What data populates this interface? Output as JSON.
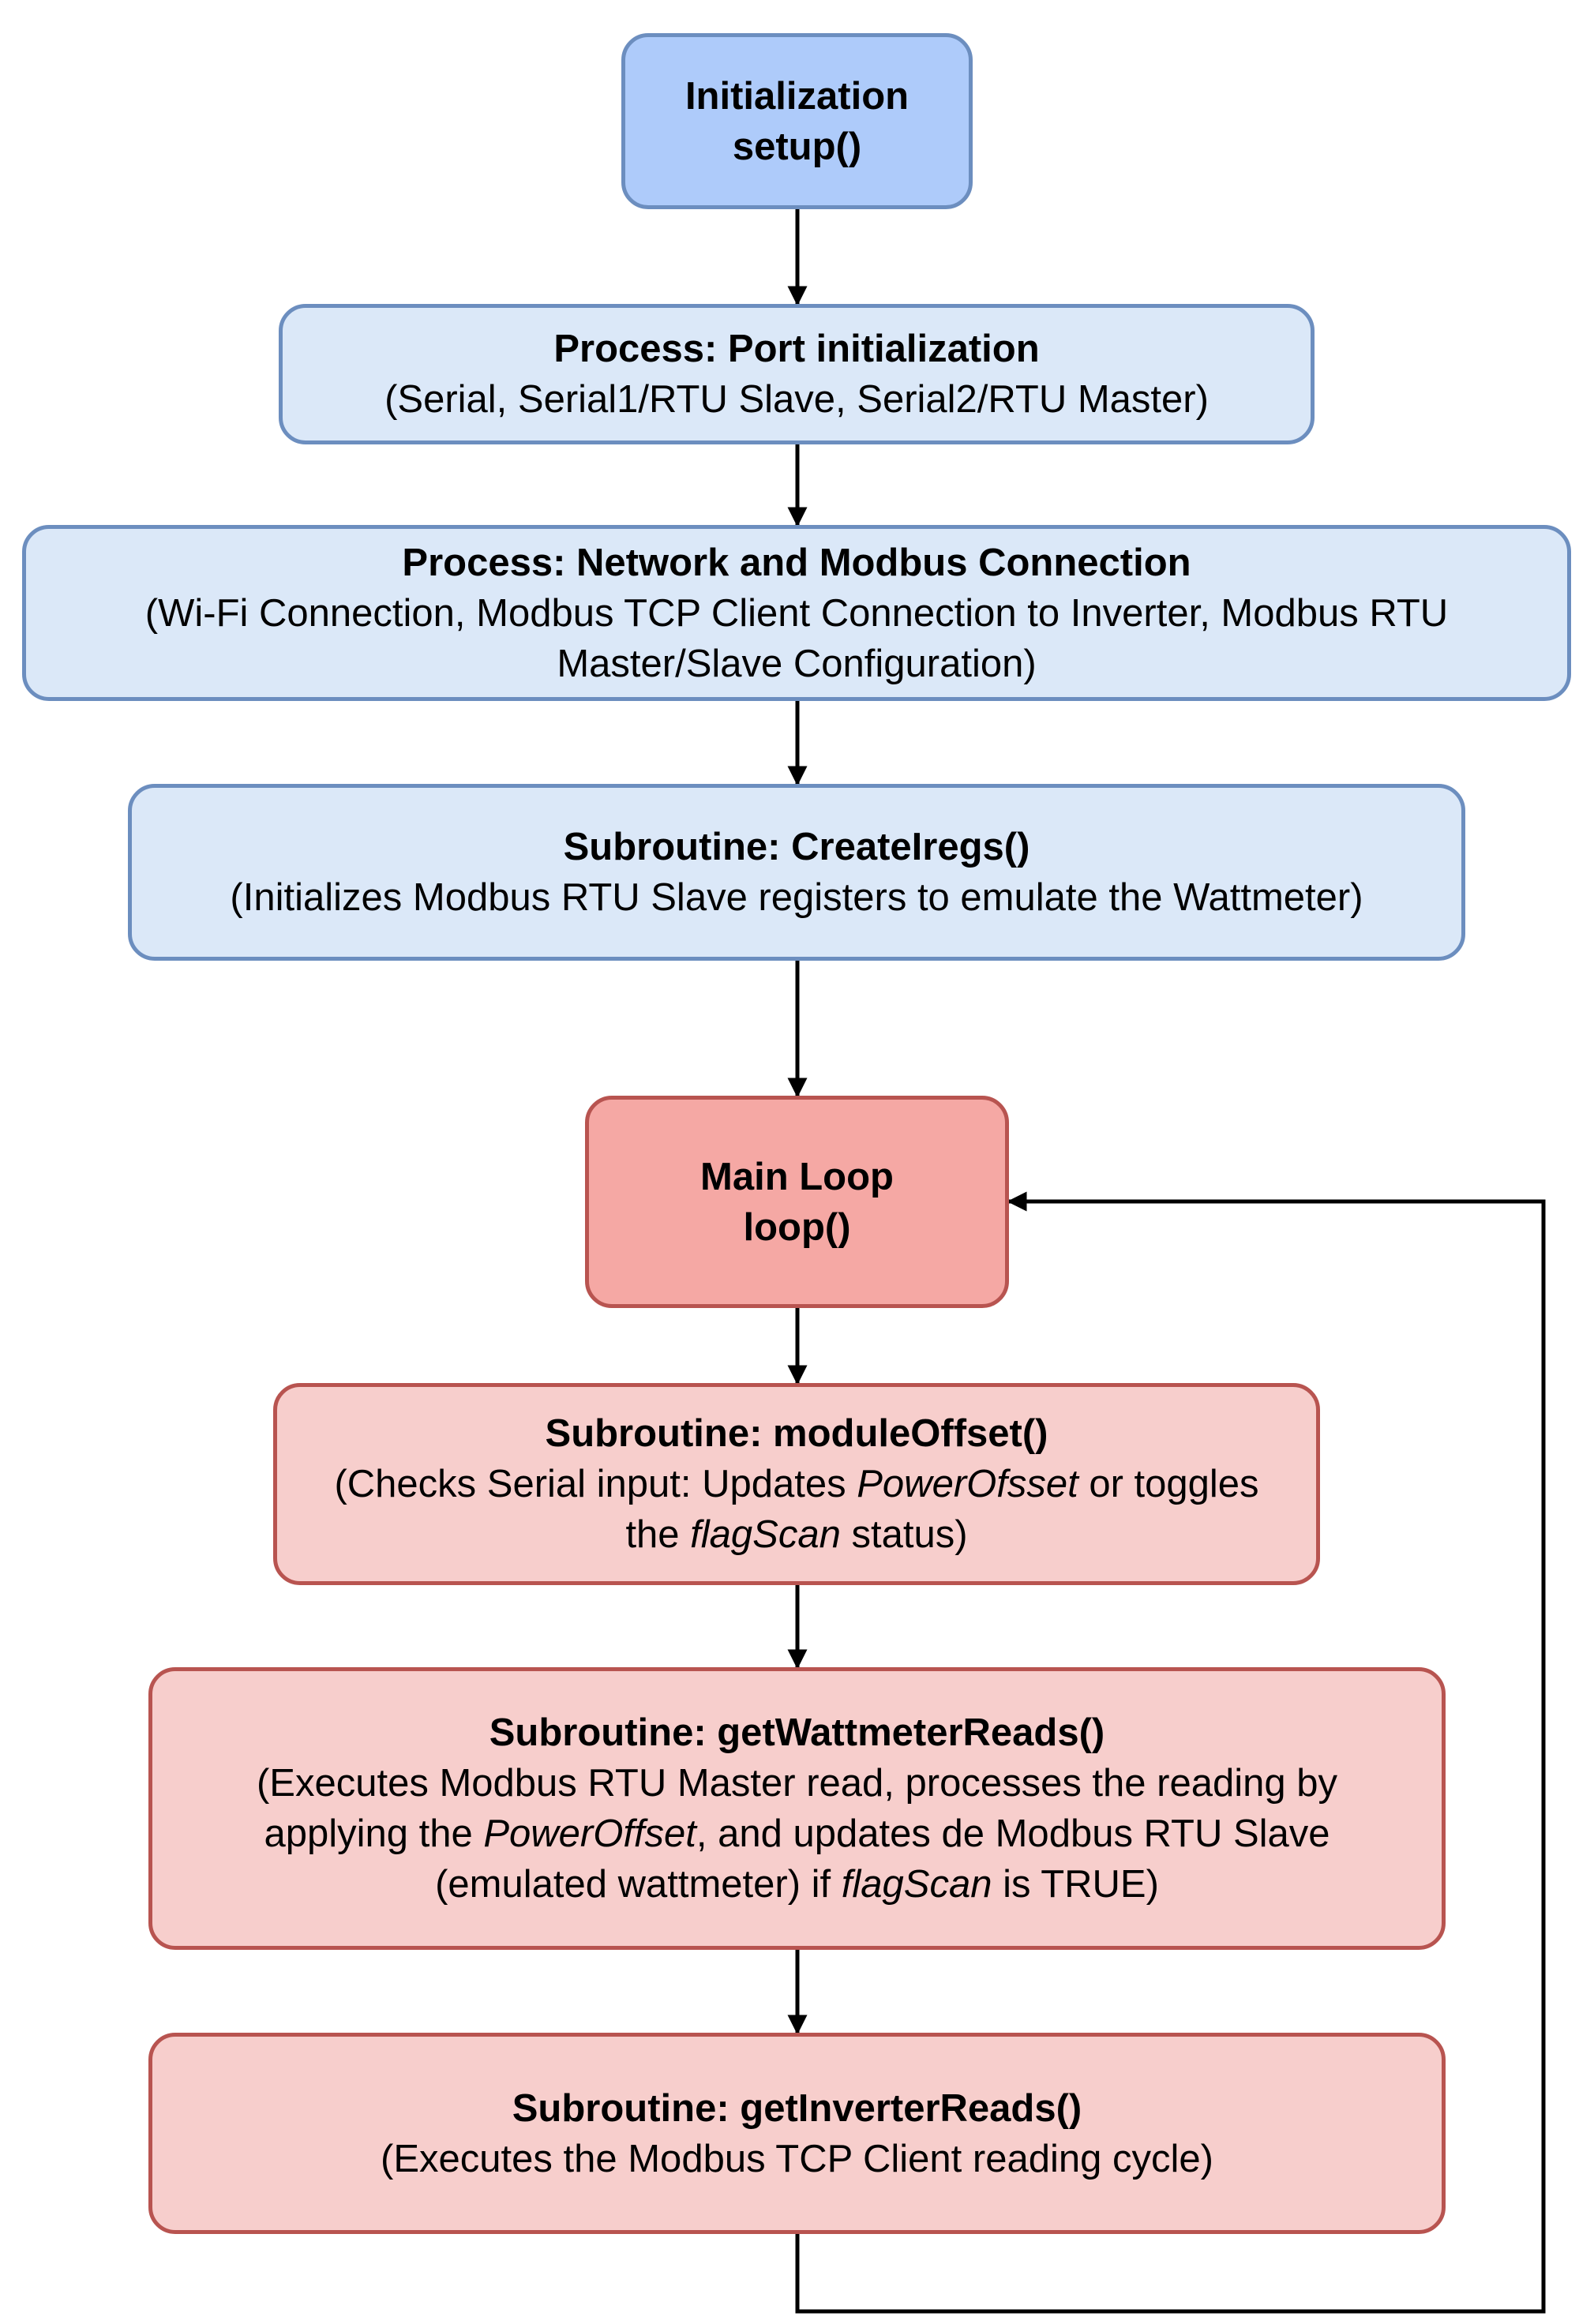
{
  "nodes": {
    "init": {
      "title": "Initialization",
      "subtitle": "setup()"
    },
    "port": {
      "title": "Process: Port initialization",
      "desc": "(Serial, Serial1/RTU Slave, Serial2/RTU Master)"
    },
    "network": {
      "title": "Process: Network and Modbus Connection",
      "desc_line1": "(Wi-Fi Connection, Modbus TCP Client Connection to Inverter, Modbus RTU",
      "desc_line2": "Master/Slave Configuration)"
    },
    "createiregs": {
      "title": "Subroutine: CreateIregs()",
      "desc": "(Initializes Modbus RTU Slave registers to emulate the Wattmeter)"
    },
    "mainloop": {
      "title": "Main Loop",
      "subtitle": "loop()"
    },
    "moduleoffset": {
      "title": "Subroutine: moduleOffset()",
      "l1a": "(Checks Serial input: Updates ",
      "l1b": "PowerOfsset",
      "l1c": " or toggles",
      "l2a": "the ",
      "l2b": "flagScan",
      "l2c": " status)"
    },
    "wattmeter": {
      "title": "Subroutine: getWattmeterReads()",
      "l1": "(Executes Modbus RTU Master read, processes the reading by",
      "l2a": "applying the ",
      "l2b": "PowerOffset",
      "l2c": ", and updates de Modbus RTU Slave",
      "l3a": "(emulated wattmeter) if ",
      "l3b": "flagScan",
      "l3c": " is TRUE)"
    },
    "inverter": {
      "title": "Subroutine: getInverterReads()",
      "desc": "(Executes the Modbus TCP Client reading cycle)"
    }
  },
  "colors": {
    "blue_dark": "#aecbfa",
    "blue_light": "#dbe8f8",
    "blue_border": "#6c8ebf",
    "red_dark": "#f5a8a4",
    "red_light": "#f7cecc",
    "red_border": "#b85450",
    "edge": "#000000"
  }
}
